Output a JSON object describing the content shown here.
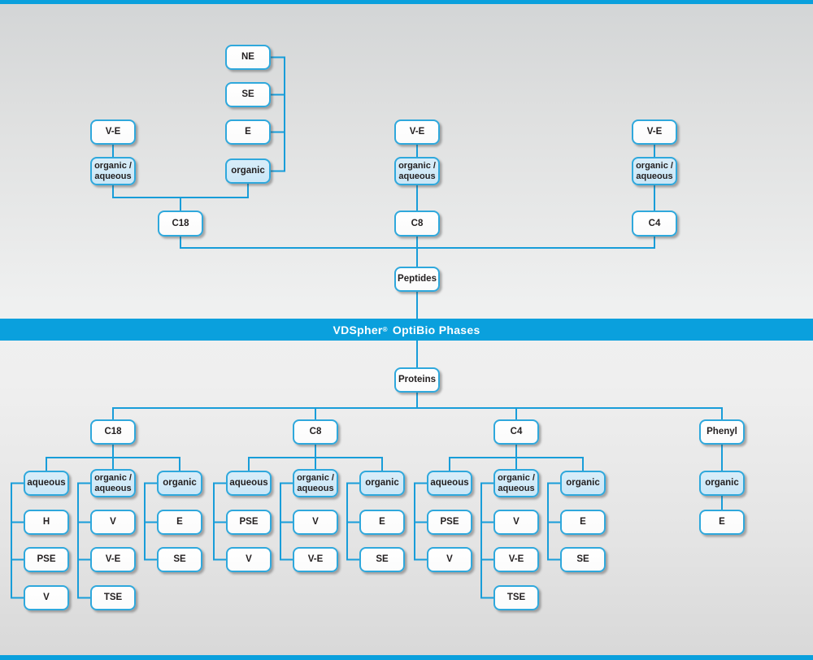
{
  "title_banner": {
    "brand": "VDSpher",
    "registered": "®",
    "suffix": "OptiBio Phases"
  },
  "colors": {
    "accent_blue": "#0aa0dd",
    "line_blue": "#189dd9",
    "light_blue_fill": "#cde8f7",
    "box_border": "#2fa8dc"
  },
  "peptides_section": {
    "root_label": "Peptides",
    "organic_branch": {
      "phases": [
        "NE",
        "SE",
        "E"
      ],
      "solvent": "organic"
    },
    "left_branch": {
      "phase": "V-E",
      "solvent": "organic /\naqueous",
      "column": "C18"
    },
    "middle_branch": {
      "phase": "V-E",
      "solvent": "organic /\naqueous",
      "column": "C8"
    },
    "right_branch": {
      "phase": "V-E",
      "solvent": "organic /\naqueous",
      "column": "C4"
    }
  },
  "proteins_section": {
    "root_label": "Proteins",
    "columns": [
      {
        "label": "C18",
        "groups": [
          {
            "solvent": "aqueous",
            "phases": [
              "H",
              "PSE",
              "V"
            ]
          },
          {
            "solvent": "organic /\naqueous",
            "phases": [
              "V",
              "V-E",
              "TSE"
            ]
          },
          {
            "solvent": "organic",
            "phases": [
              "E",
              "SE"
            ]
          }
        ]
      },
      {
        "label": "C8",
        "groups": [
          {
            "solvent": "aqueous",
            "phases": [
              "PSE",
              "V"
            ]
          },
          {
            "solvent": "organic /\naqueous",
            "phases": [
              "V",
              "V-E"
            ]
          },
          {
            "solvent": "organic",
            "phases": [
              "E",
              "SE"
            ]
          }
        ]
      },
      {
        "label": "C4",
        "groups": [
          {
            "solvent": "aqueous",
            "phases": [
              "PSE",
              "V"
            ]
          },
          {
            "solvent": "organic /\naqueous",
            "phases": [
              "V",
              "V-E",
              "TSE"
            ]
          },
          {
            "solvent": "organic",
            "phases": [
              "E",
              "SE"
            ]
          }
        ]
      },
      {
        "label": "Phenyl",
        "groups": [
          {
            "solvent": "organic",
            "phases": [
              "E"
            ]
          }
        ]
      }
    ]
  }
}
